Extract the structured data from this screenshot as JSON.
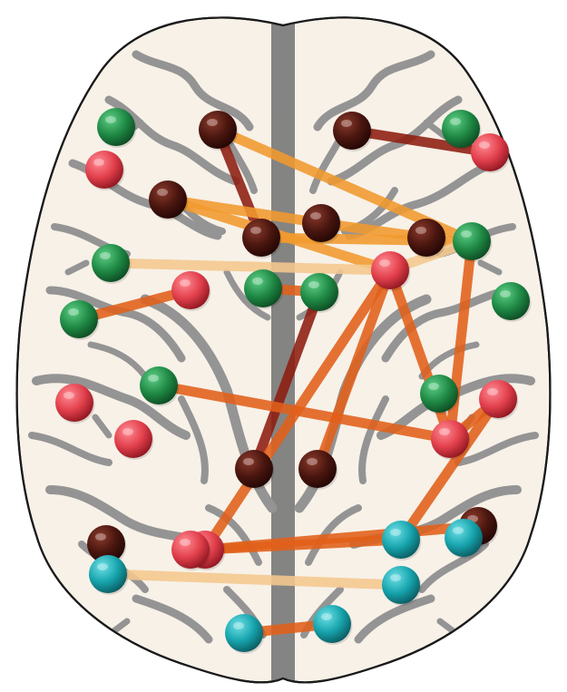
{
  "colors": {
    "background": "#ffffff",
    "brain_fill": "#f7f1e8",
    "brain_outline": "#1a1a1a",
    "sulci": "#8d8d8d",
    "node_groups": {
      "dark": "#4a160f",
      "green": "#1f8a45",
      "red": "#e2404c",
      "teal": "#17a4ad"
    },
    "edge_strengths": {
      "weak": "#f5c98f",
      "medium": "#f29a2e",
      "strong": "#e2601a",
      "strongest": "#8e1d10"
    }
  },
  "diagram": {
    "nodes": [
      {
        "id": "n1",
        "group": "green"
      },
      {
        "id": "n2",
        "group": "red"
      },
      {
        "id": "n3",
        "group": "dark"
      },
      {
        "id": "n4",
        "group": "dark"
      },
      {
        "id": "n5",
        "group": "green"
      },
      {
        "id": "n6",
        "group": "red"
      },
      {
        "id": "n7",
        "group": "dark"
      },
      {
        "id": "n8",
        "group": "dark"
      },
      {
        "id": "n9",
        "group": "dark"
      },
      {
        "id": "n10",
        "group": "dark"
      },
      {
        "id": "n11",
        "group": "green"
      },
      {
        "id": "n12",
        "group": "green"
      },
      {
        "id": "n13",
        "group": "red"
      },
      {
        "id": "n14",
        "group": "green"
      },
      {
        "id": "n15",
        "group": "green"
      },
      {
        "id": "n16",
        "group": "red"
      },
      {
        "id": "n17",
        "group": "green"
      },
      {
        "id": "n18",
        "group": "green"
      },
      {
        "id": "n19",
        "group": "green"
      },
      {
        "id": "n20",
        "group": "green"
      },
      {
        "id": "n21",
        "group": "red"
      },
      {
        "id": "n22",
        "group": "red"
      },
      {
        "id": "n23",
        "group": "red"
      },
      {
        "id": "n24",
        "group": "red"
      },
      {
        "id": "n25",
        "group": "dark"
      },
      {
        "id": "n26",
        "group": "dark"
      },
      {
        "id": "n27",
        "group": "dark"
      },
      {
        "id": "n28",
        "group": "dark"
      },
      {
        "id": "n29",
        "group": "teal"
      },
      {
        "id": "n30",
        "group": "teal"
      },
      {
        "id": "n31",
        "group": "red"
      },
      {
        "id": "n32",
        "group": "red"
      },
      {
        "id": "n33",
        "group": "teal"
      },
      {
        "id": "n34",
        "group": "teal"
      },
      {
        "id": "n35",
        "group": "teal"
      },
      {
        "id": "n36",
        "group": "teal"
      }
    ],
    "edges": [
      {
        "from": "n3",
        "to": "n8",
        "strength": "strongest"
      },
      {
        "from": "n3",
        "to": "n19",
        "strength": "medium"
      },
      {
        "from": "n4",
        "to": "n6",
        "strength": "strongest"
      },
      {
        "from": "n7",
        "to": "n9",
        "strength": "medium"
      },
      {
        "from": "n7",
        "to": "n16",
        "strength": "medium"
      },
      {
        "from": "n9",
        "to": "n10",
        "strength": "medium"
      },
      {
        "from": "n8",
        "to": "n19",
        "strength": "medium"
      },
      {
        "from": "n11",
        "to": "n16",
        "strength": "weak"
      },
      {
        "from": "n16",
        "to": "n19",
        "strength": "weak"
      },
      {
        "from": "n12",
        "to": "n14",
        "strength": "strong"
      },
      {
        "from": "n13",
        "to": "n15",
        "strength": "strong"
      },
      {
        "from": "n14",
        "to": "n26",
        "strength": "strongest"
      },
      {
        "from": "n16",
        "to": "n31",
        "strength": "strong"
      },
      {
        "from": "n16",
        "to": "n21",
        "strength": "strong"
      },
      {
        "from": "n19",
        "to": "n21",
        "strength": "strong"
      },
      {
        "from": "n16",
        "to": "n25",
        "strength": "strong"
      },
      {
        "from": "n17",
        "to": "n21",
        "strength": "strong"
      },
      {
        "from": "n21",
        "to": "n24",
        "strength": "strong"
      },
      {
        "from": "n24",
        "to": "n29",
        "strength": "strong"
      },
      {
        "from": "n29",
        "to": "n31",
        "strength": "strong"
      },
      {
        "from": "n31",
        "to": "n28",
        "strength": "strong"
      },
      {
        "from": "n30",
        "to": "n33",
        "strength": "weak"
      },
      {
        "from": "n35",
        "to": "n36",
        "strength": "strong"
      },
      {
        "from": "n27",
        "to": "n30",
        "strength": "strong"
      }
    ]
  }
}
